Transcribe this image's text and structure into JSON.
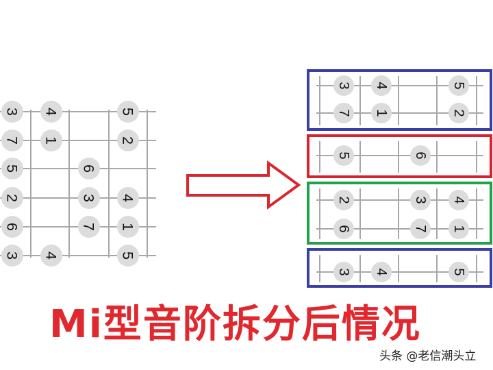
{
  "title": "Mi型音阶拆分后情况",
  "watermark": "头条 @老信潮头立",
  "colors": {
    "title": "#e0282e",
    "arrow": "#d8282e",
    "box_blue": "#3a3fa8",
    "box_red": "#d8232f",
    "box_green": "#22a04a",
    "dot": "#dcdcdc",
    "line": "#a8a8a8"
  },
  "left_fretboard": {
    "strings": [
      [
        {
          "fret": 0,
          "note": "3"
        },
        {
          "fret": 1,
          "note": "4"
        },
        {
          "fret": 3,
          "note": "5"
        }
      ],
      [
        {
          "fret": 0,
          "note": "7"
        },
        {
          "fret": 1,
          "note": "1"
        },
        {
          "fret": 3,
          "note": "2"
        }
      ],
      [
        {
          "fret": 0,
          "note": "5"
        },
        {
          "fret": 2,
          "note": "6"
        }
      ],
      [
        {
          "fret": 0,
          "note": "2"
        },
        {
          "fret": 2,
          "note": "3"
        },
        {
          "fret": 3,
          "note": "4"
        }
      ],
      [
        {
          "fret": 0,
          "note": "6"
        },
        {
          "fret": 2,
          "note": "7"
        },
        {
          "fret": 3,
          "note": "1"
        }
      ],
      [
        {
          "fret": 0,
          "note": "3"
        },
        {
          "fret": 1,
          "note": "4"
        },
        {
          "fret": 3,
          "note": "5"
        }
      ]
    ]
  },
  "split_groups": [
    {
      "color": "blue",
      "strings": [
        [
          {
            "fret": 0,
            "note": "3"
          },
          {
            "fret": 1,
            "note": "4"
          },
          {
            "fret": 3,
            "note": "5"
          }
        ],
        [
          {
            "fret": 0,
            "note": "7"
          },
          {
            "fret": 1,
            "note": "1"
          },
          {
            "fret": 3,
            "note": "2"
          }
        ]
      ]
    },
    {
      "color": "red",
      "strings": [
        [
          {
            "fret": 0,
            "note": "5"
          },
          {
            "fret": 2,
            "note": "6"
          }
        ]
      ]
    },
    {
      "color": "green",
      "strings": [
        [
          {
            "fret": 0,
            "note": "2"
          },
          {
            "fret": 2,
            "note": "3"
          },
          {
            "fret": 3,
            "note": "4"
          }
        ],
        [
          {
            "fret": 0,
            "note": "6"
          },
          {
            "fret": 2,
            "note": "7"
          },
          {
            "fret": 3,
            "note": "1"
          }
        ]
      ]
    },
    {
      "color": "blue",
      "strings": [
        [
          {
            "fret": 0,
            "note": "3"
          },
          {
            "fret": 1,
            "note": "4"
          },
          {
            "fret": 3,
            "note": "5"
          }
        ]
      ]
    }
  ]
}
